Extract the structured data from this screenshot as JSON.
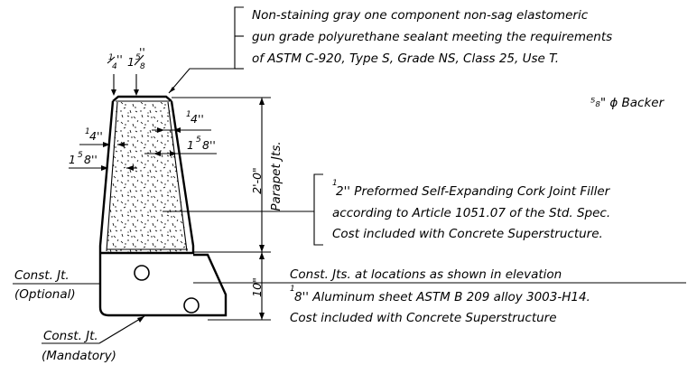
{
  "notes": {
    "sealant_line1": "Non-staining gray one component non-sag elastomeric",
    "sealant_line2": "gun grade polyurethane sealant meeting the requirements",
    "sealant_line3": "of ASTM C-920, Type S, Grade NS, Class 25, Use T.",
    "backer_rod": "⁵₈\" ϕ Backer",
    "filler_line1_num": "1",
    "filler_line1": "2'' Preformed Self-Expanding Cork Joint Filler",
    "filler_line2": "according to Article 1051.07 of the Std. Spec.",
    "filler_line3": "Cost included with Concrete Superstructure.",
    "const_jts_line": "Const. Jts. at locations as shown in elevation",
    "aluminum_num": "1",
    "aluminum_line": "8'' Aluminum sheet ASTM B 209 alloy 3003-H14.",
    "aluminum_cost": "Cost included with Concrete Superstructure"
  },
  "labels": {
    "const_jt_optional_1": "Const. Jt.",
    "const_jt_optional_2": "(Optional)",
    "const_jt_mandatory_1": "Const. Jt.",
    "const_jt_mandatory_2": "(Mandatory)"
  },
  "dimensions": {
    "parapet_height": "2'-0\"",
    "parapet_jts": "Parapet Jts.",
    "base_height": "10\"",
    "top_quarter_num": "1",
    "top_quarter_den": "4",
    "top_quarter_in": "''",
    "top_58_whole": "1",
    "top_58_num": "5",
    "top_58_den": "8",
    "top_58_in": "''",
    "left_quarter_num": "1",
    "left_quarter_rest": "4''",
    "left_58_whole": "1",
    "left_58_sup": "5",
    "left_58_rest": "8''",
    "right_quarter_num": "1",
    "right_quarter_rest": "4''",
    "right_58_whole": "1",
    "right_58_sup": "5",
    "right_58_rest": "8''"
  }
}
